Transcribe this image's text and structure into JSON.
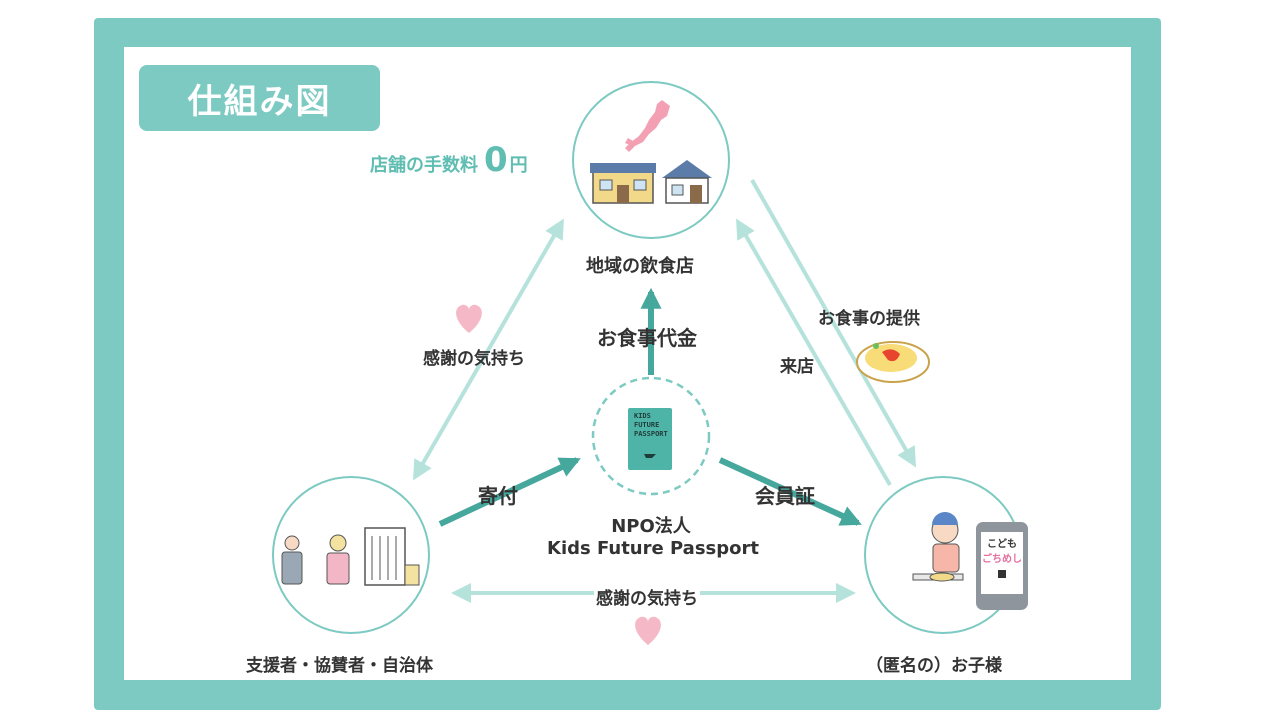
{
  "title": "仕組み図",
  "nodes": {
    "restaurant": "地域の飲食店",
    "npo_line1": "NPO法人",
    "npo_line2": "Kids Future Passport",
    "supporters": "支援者・協賛者・自治体",
    "children": "（匿名の）お子様"
  },
  "fee": {
    "text": "店舗の手数料",
    "value": "0",
    "unit": "円"
  },
  "flows": {
    "meal_payment": "お食事代金",
    "donation": "寄付",
    "membership": "会員証",
    "meal_provision": "お食事の提供",
    "visit": "来店",
    "gratitude_left": "感謝の気持ち",
    "gratitude_bottom": "感謝の気持ち"
  },
  "passport_text": [
    "KIDS",
    "FUTURE",
    "PASSPORT"
  ],
  "phone_text": [
    "こども",
    "ごちめし"
  ],
  "colors": {
    "teal": "#7ccac1",
    "teal_dark": "#46a89d",
    "arrow_light": "#b6e2dc",
    "heart": "#f5b8c6",
    "text": "#333333"
  }
}
